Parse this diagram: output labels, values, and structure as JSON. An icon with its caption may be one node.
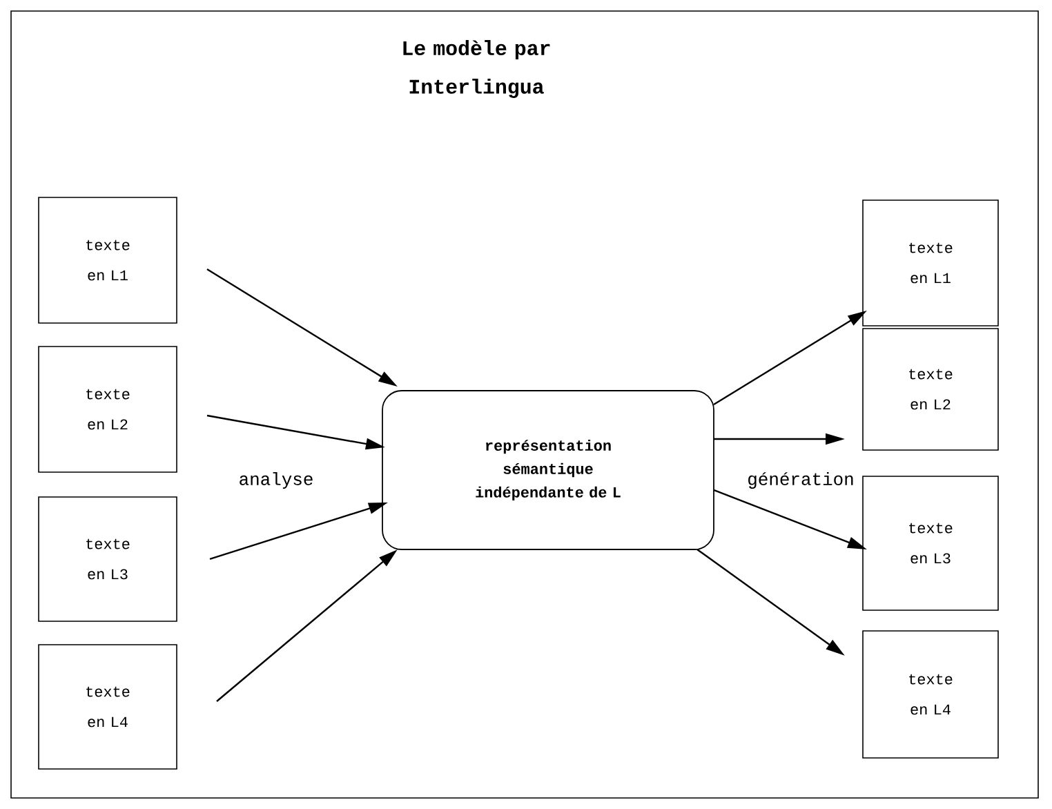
{
  "diagram": {
    "title": "Le modèle par Interlingua",
    "nodes": [
      {
        "text": [
          "texte en L1"
        ]
      },
      {
        "text": [
          "texte en L2"
        ]
      },
      {
        "text": [
          "texte en L3"
        ]
      },
      {
        "text": [
          "texte en L4"
        ]
      },
      {
        "text": [
          "représentation sémantique indépendante de L"
        ]
      },
      {
        "text": [
          "texte en L1"
        ]
      },
      {
        "text": [
          "texte en L2"
        ]
      },
      {
        "text": [
          "texte en L3"
        ]
      },
      {
        "text": [
          "texte en L4"
        ]
      }
    ],
    "edges": [
      {
        "from": 0,
        "to": 4,
        "arrow": "to"
      },
      {
        "from": 1,
        "to": 4,
        "arrow": "to"
      },
      {
        "from": 2,
        "to": 4,
        "arrow": "to"
      },
      {
        "from": 3,
        "to": 4,
        "arrow": "to"
      },
      {
        "from": 4,
        "to": 5,
        "arrow": "to"
      },
      {
        "from": 4,
        "to": 6,
        "arrow": "to"
      },
      {
        "from": 4,
        "to": 7,
        "arrow": "to"
      },
      {
        "from": 4,
        "to": 8,
        "arrow": "to"
      }
    ],
    "labels": [
      "analyse",
      "génération"
    ]
  }
}
